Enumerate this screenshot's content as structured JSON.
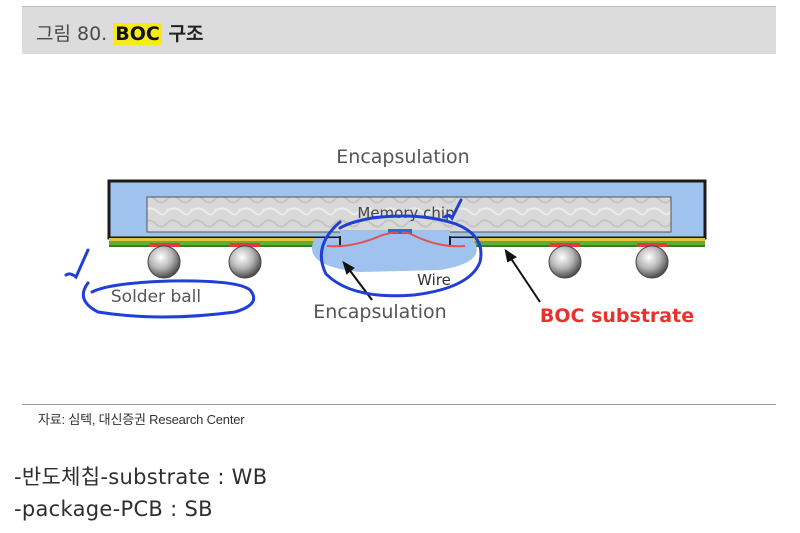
{
  "figure": {
    "title_prefix": "그림 80. ",
    "title_highlight": "BOC",
    "title_suffix": " 구조"
  },
  "diagram": {
    "label_encapsulation_top": "Encapsulation",
    "label_memory_chip": "Memory chip",
    "label_wire": "Wire",
    "label_solder_ball": "Solder ball",
    "label_encapsulation_bottom": "Encapsulation",
    "label_boc_substrate": "BOC substrate",
    "colors": {
      "encapsulation": "#9fc3ee",
      "chip": "#d8d8d8",
      "substrate_green": "#5fae3b",
      "pad_red": "#e23b3b",
      "boc_label": "#e8322f",
      "annotation": "#1f3fd6"
    }
  },
  "source": "자료: 심텍, 대신증권 Research Center",
  "notes": [
    "-반도체칩-substrate : WB",
    "-package-PCB : SB"
  ]
}
